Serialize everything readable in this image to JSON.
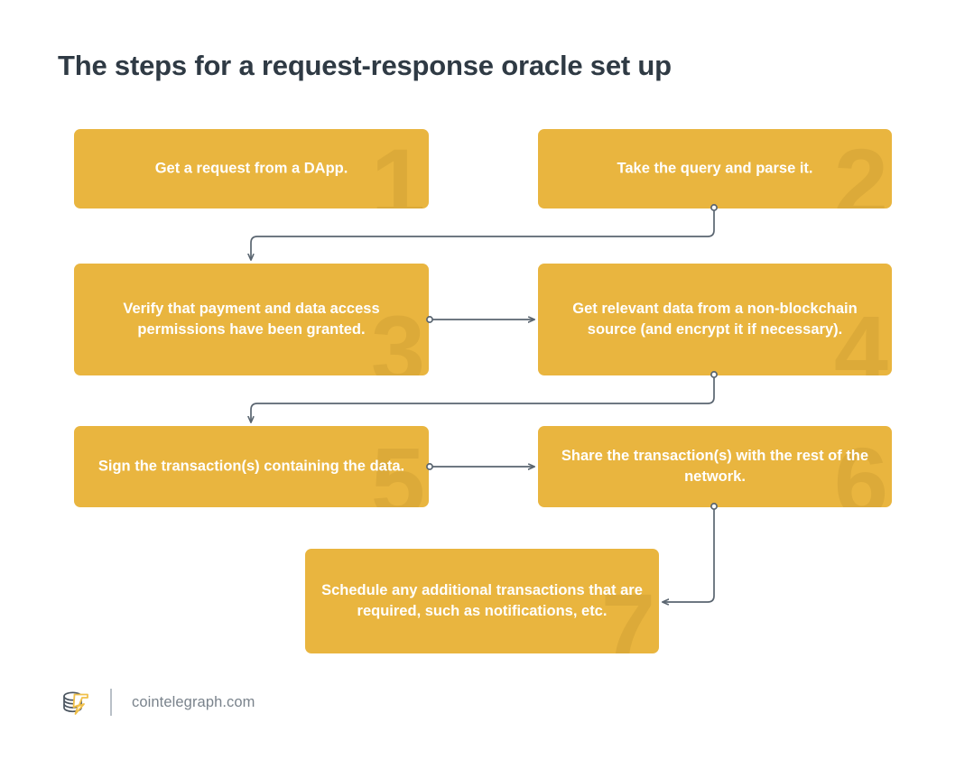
{
  "title": "The steps for a request-response oracle set up",
  "colors": {
    "box_fill": "#e9b53f",
    "watermark": "#dcaa39",
    "box_text": "#ffffff",
    "title_text": "#2f3a44",
    "connector": "#5a6570",
    "footer_text": "#7a838c",
    "background": "#ffffff"
  },
  "steps": [
    {
      "number": "1",
      "text": "Get a request from a DApp."
    },
    {
      "number": "2",
      "text": "Take the query and parse it."
    },
    {
      "number": "3",
      "text": "Verify that payment and data access permissions have been granted."
    },
    {
      "number": "4",
      "text": "Get relevant data from a non-blockchain source (and encrypt it if necessary)."
    },
    {
      "number": "5",
      "text": "Sign the transaction(s) containing the data."
    },
    {
      "number": "6",
      "text": "Share the transaction(s) with the rest of the network."
    },
    {
      "number": "7",
      "text": "Schedule any additional transactions that are required, such as notifications, etc."
    }
  ],
  "connectors": [
    {
      "from": "2",
      "to": "3"
    },
    {
      "from": "3",
      "to": "4"
    },
    {
      "from": "4",
      "to": "5"
    },
    {
      "from": "5",
      "to": "6"
    },
    {
      "from": "6",
      "to": "7"
    }
  ],
  "footer": {
    "logo_name": "cointelegraph-logo",
    "site": "cointelegraph.com"
  }
}
